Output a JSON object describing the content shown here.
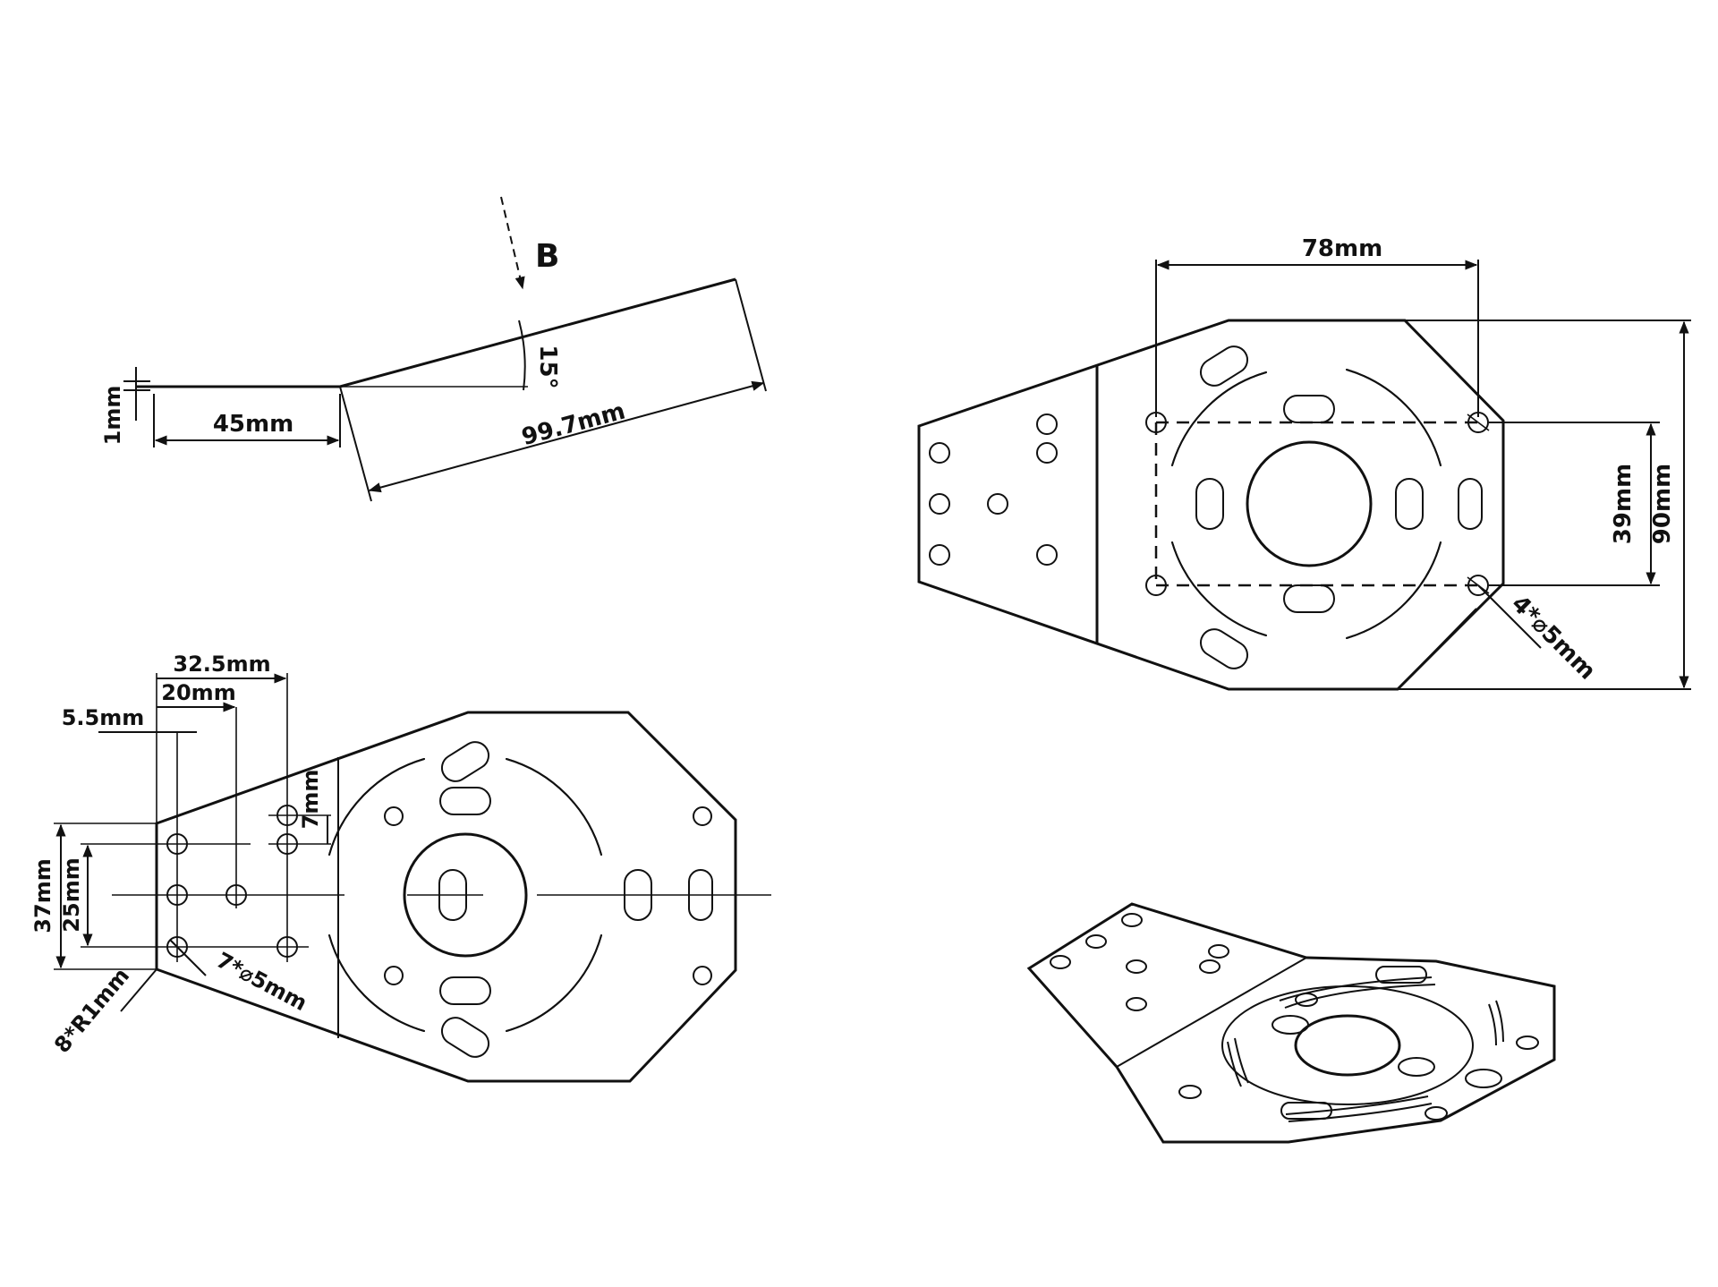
{
  "side_view": {
    "direction_label": "B",
    "angle_label": "15°",
    "thickness_label": "1mm",
    "flat_length_label": "45mm",
    "slope_length_label": "99.7mm"
  },
  "top_view": {
    "width_label": "78mm",
    "hole_spacing_label": "39mm",
    "height_label": "90mm",
    "hole_callout_label": "4*⌀5mm"
  },
  "left_view": {
    "dim_32_label": "32.5mm",
    "dim_20_label": "20mm",
    "dim_5_label": "5.5mm",
    "dim_7_label": "7mm",
    "dim_37_label": "37mm",
    "dim_25_label": "25mm",
    "hole_callout_label": "7*⌀5mm",
    "radius_label": "8*R1mm"
  }
}
